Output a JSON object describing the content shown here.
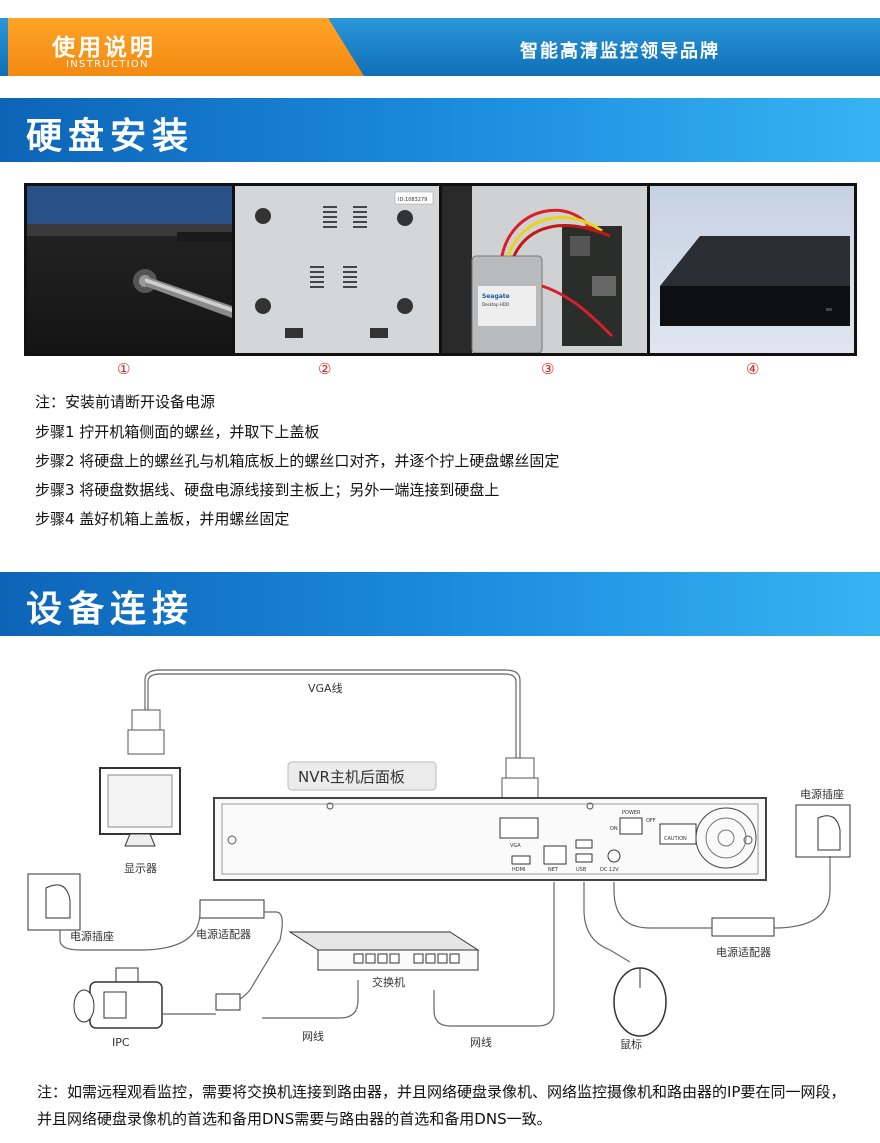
{
  "header": {
    "title": "使用说明",
    "subtitle": "INSTRUCTION",
    "slogan": "智能高清监控领导品牌"
  },
  "section_hdd": {
    "title": "硬盘安装",
    "step_numbers": [
      "①",
      "②",
      "③",
      "④"
    ],
    "photo_labels": {
      "sticker": "ID:1083279",
      "disk_brand": "Seagate",
      "disk_model": "Desktop HDD"
    },
    "lines": [
      "注：安装前请断开设备电源",
      "步骤1  拧开机箱侧面的螺丝，并取下上盖板",
      "步骤2  将硬盘上的螺丝孔与机箱底板上的螺丝口对齐，并逐个拧上硬盘螺丝固定",
      "步骤3  将硬盘数据线、硬盘电源线接到主板上；另外一端连接到硬盘上",
      "步骤4  盖好机箱上盖板，并用螺丝固定"
    ]
  },
  "section_conn": {
    "title": "设备连接",
    "diagram": {
      "vga_cable": "VGA线",
      "nvr_panel": "NVR主机后面板",
      "monitor": "显示器",
      "socket_left": "电源插座",
      "adapter_left": "电源适配器",
      "switch": "交换机",
      "ipc": "IPC",
      "net_cable_1": "网线",
      "net_cable_2": "网线",
      "mouse": "鼠标",
      "socket_right": "电源插座",
      "adapter_right": "电源适配器",
      "port_vga": "VGA",
      "port_hdmi": "HDMI",
      "port_net": "NET",
      "port_usb": "USB",
      "port_power": "POWER",
      "port_dc": "DC 12V",
      "switch_on": "ON",
      "switch_off": "OFF",
      "caution": "CAUTION"
    },
    "note": "注：如需远程观看监控，需要将交换机连接到路由器，并且网络硬盘录像机、网络监控摄像机和路由器的IP要在同一网段，并且网络硬盘录像机的首选和备用DNS需要与路由器的首选和备用DNS一致。"
  }
}
